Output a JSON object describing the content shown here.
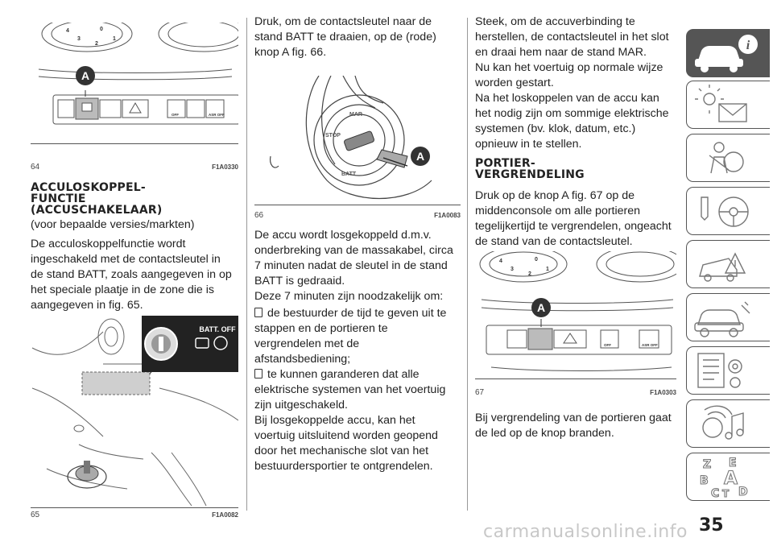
{
  "col1": {
    "fig64": {
      "number": "64",
      "code": "F1A0330",
      "callout": "A",
      "dial": [
        "4",
        "3",
        "2",
        "1",
        "0"
      ],
      "buttons": [
        "OFF",
        "ASR OFF"
      ]
    },
    "heading": "ACCULOSKOPPEL-\nFUNCTIE\n(ACCUSCHAKELAAR)",
    "note": "(voor bepaalde versies/markten)",
    "para1_lines": [
      "De acculoskoppelfunctie wordt",
      "ingeschakeld met de contactsleutel in",
      "de stand BATT, zoals aangegeven in op",
      "het speciale plaatje in de zone die is",
      "aangegeven in fig. 65."
    ],
    "fig65": {
      "number": "65",
      "code": "F1A0082",
      "label": "BATT. OFF"
    }
  },
  "col2": {
    "intro_lines": [
      "Druk, om de contactsleutel naar de",
      "stand BATT te draaien, op de (rode)",
      "knop A fig. 66."
    ],
    "fig66": {
      "number": "66",
      "code": "F1A0083",
      "callout": "A",
      "ring_text": [
        "MAR",
        "STOP",
        "BATT"
      ]
    },
    "para_lines": [
      "De accu wordt losgekoppeld d.m.v.",
      "onderbreking van de massakabel, circa",
      "7 minuten nadat de sleutel in de stand",
      "BATT is gedraaid.",
      "Deze 7 minuten zijn noodzakelijk om:"
    ],
    "bullet1_lines": [
      "de bestuurder de tijd te geven uit te",
      "stappen en de portieren te",
      "vergrendelen met de",
      "afstandsbediening;"
    ],
    "bullet2_lines": [
      "te kunnen garanderen dat alle",
      "elektrische systemen van het voertuig",
      "zijn uitgeschakeld."
    ],
    "tail_lines": [
      "Bij losgekoppelde accu, kan het",
      "voertuig uitsluitend worden geopend",
      "door het mechanische slot van het",
      "bestuurdersportier te ontgrendelen."
    ]
  },
  "col3": {
    "para1_lines": [
      "Steek, om de accuverbinding te",
      "herstellen, de contactsleutel in het slot",
      "en draai hem naar de stand MAR.",
      "Nu kan het voertuig op normale wijze",
      "worden gestart.",
      "Na het loskoppelen van de accu kan",
      "het nodig zijn om sommige elektrische",
      "systemen (bv. klok, datum, etc.)",
      "opnieuw in te stellen."
    ],
    "heading": "PORTIER-\nVERGRENDELING",
    "para2_lines": [
      "Druk op de knop A fig. 67 op de",
      "middenconsole om alle portieren",
      "tegelijkertijd te vergrendelen, ongeacht",
      "de stand van de contactsleutel."
    ],
    "fig67": {
      "number": "67",
      "code": "F1A0303",
      "callout": "A",
      "dial": [
        "4",
        "3",
        "2",
        "1",
        "0"
      ],
      "buttons": [
        "OFF",
        "ASR OFF"
      ]
    },
    "para3_lines": [
      "Bij vergrendeling van de portieren gaat",
      "de led op de knop branden."
    ]
  },
  "sidebar": {
    "tabs": [
      "car-info-icon",
      "warning-lights-icon",
      "safety-icon",
      "driving-icon",
      "emergency-icon",
      "maintenance-icon",
      "technical-data-icon",
      "multimedia-icon",
      "index-icon"
    ],
    "index_letters": [
      "Z",
      "E",
      "B",
      "A",
      "C",
      "T",
      "D"
    ]
  },
  "page_number": "35",
  "watermark": "carmanualsonline.info",
  "colors": {
    "text": "#222222",
    "tab_active": "#555555",
    "rule": "#999999"
  }
}
